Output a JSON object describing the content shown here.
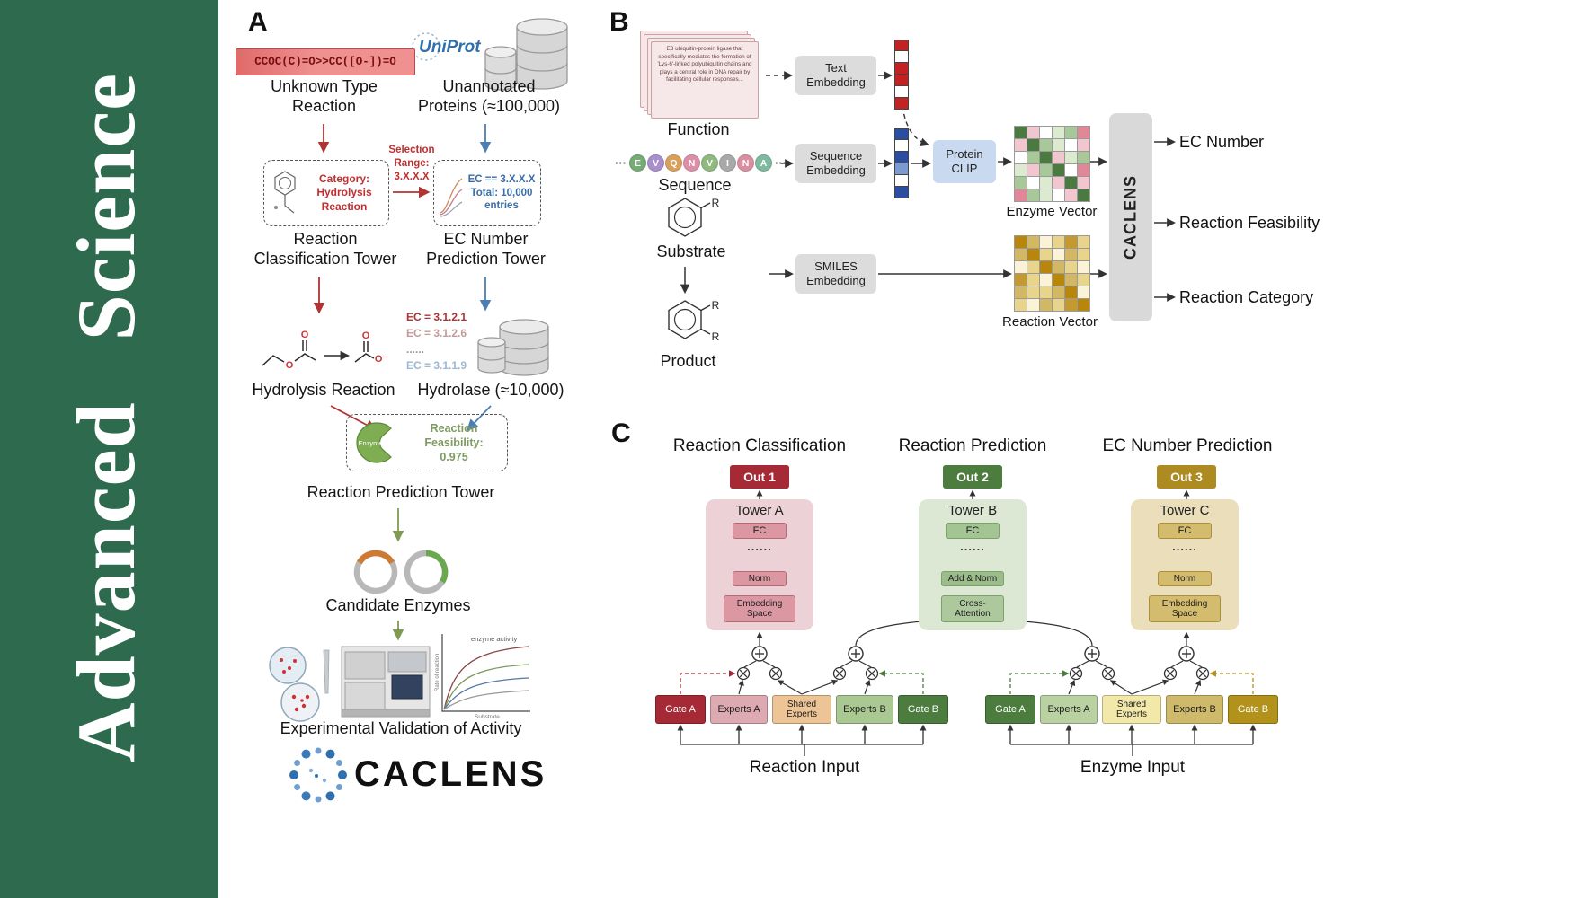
{
  "sidebar": {
    "journal": "Advanced Science",
    "bg_color": "#2e6b4e"
  },
  "colors": {
    "sidebar_green": "#2e6b4e",
    "smiles_red": "#e87b7b",
    "arrow_red": "#b03434",
    "arrow_blue": "#4a7fb5",
    "arrow_green": "#7f9a52",
    "out1_red": "#a52a35",
    "out2_green": "#4c7d3f",
    "out3_gold": "#ad8b20",
    "protein_clip_blue": "#c9d9ef",
    "embedding_gray": "#dcdcdc",
    "uniprot_blue": "#2f6fad"
  },
  "panelA": {
    "label": "A",
    "smiles_box": "CCOC(C)=O>>CC([O-])=O",
    "unknown_reaction": "Unknown Type\nReaction",
    "uniprot": "UniProt",
    "unannotated": "Unannotated\nProteins (≈100,000)",
    "category_box": "Category:\nHydrolysis\nReaction",
    "selection_range": "Selection\nRange:\n3.X.X.X",
    "ec_box": "EC == 3.X.X.X\nTotal: 10,000\nentries",
    "tower_classification": "Reaction\nClassification Tower",
    "tower_ec": "EC Number\nPrediction Tower",
    "atoms": [
      "O",
      "O",
      "O",
      "O⁻"
    ],
    "hydrolysis_reaction": "Hydrolysis Reaction",
    "ec_list": [
      "EC = 3.1.2.1",
      "EC = 3.1.2.6",
      "......",
      "EC = 3.1.1.9"
    ],
    "hydrolase": "Hydrolase (≈10,000)",
    "enzyme_blob": "Enzyme",
    "feasibility": "Reaction\nFeasibility:\n0.975",
    "tower_prediction": "Reaction Prediction Tower",
    "candidate_enzymes": "Candidate Enzymes",
    "activity_chart": {
      "legend": "enzyme activity",
      "xlabel": "Substrate",
      "ylabel": "Rate of reaction"
    },
    "validation": "Experimental Validation of Activity",
    "brand": "CACLENS"
  },
  "panelB": {
    "label": "B",
    "function_card": "E3 ubiquitin-protein ligase that specifically mediates the formation of 'Lys-6'-linked polyubiquitin chains and plays a central role in DNA repair by facilitating cellular responses...",
    "function": "Function",
    "text_embedding": "Text\nEmbedding",
    "sequence": "Sequence",
    "sequence_embedding": "Sequence\nEmbedding",
    "ellipsis": "···",
    "sequence_letters": [
      {
        "letter": "E",
        "color": "#76ab76"
      },
      {
        "letter": "V",
        "color": "#a98fcb"
      },
      {
        "letter": "Q",
        "color": "#d9a05b"
      },
      {
        "letter": "N",
        "color": "#dd8fa9"
      },
      {
        "letter": "V",
        "color": "#8fb97f"
      },
      {
        "letter": "I",
        "color": "#a9a9a9"
      },
      {
        "letter": "N",
        "color": "#d98fa0"
      },
      {
        "letter": "A",
        "color": "#7fb9a0"
      }
    ],
    "protein_clip": "Protein\nCLIP",
    "text_vector_cells": [
      "#c32222",
      "#ffffff",
      "#c32222",
      "#c32222",
      "#ffffff",
      "#c32222"
    ],
    "seq_vector_cells": [
      "#2b4fa0",
      "#ffffff",
      "#2b4fa0",
      "#7b9bd0",
      "#ffffff",
      "#2b4fa0"
    ],
    "enzyme_matrix": {
      "palette": {
        "G": "#4a7a3f",
        "g": "#a8c89a",
        "p": "#f2c6ce",
        "r": "#e08898",
        "l": "#dcead0",
        "w": "#ffffff"
      },
      "rows": [
        "Gpwlgr",
        "pGglwp",
        "wgGplg",
        "lpgGwr",
        "gwlpGp",
        "rglwpG"
      ]
    },
    "reaction_matrix": {
      "palette": {
        "Y": "#b8860b",
        "y": "#e8d48a",
        "t": "#d2b865",
        "w": "#fbf3d8",
        "o": "#c49a30"
      },
      "rows": [
        "Ytwyoy",
        "tYywty",
        "wyYtyw",
        "oywYty",
        "tyytYw",
        "ywtyoY"
      ]
    },
    "enzyme_vector": "Enzyme Vector",
    "substrate": "Substrate",
    "product": "Product",
    "r_label": "R",
    "smiles_embedding": "SMILES\nEmbedding",
    "reaction_vector": "Reaction Vector",
    "caclens": "CACLENS",
    "outputs": [
      "EC Number",
      "Reaction Feasibility",
      "Reaction Category"
    ]
  },
  "panelC": {
    "label": "C",
    "titles": [
      "Reaction Classification",
      "Reaction Prediction",
      "EC Number Prediction"
    ],
    "outs": [
      "Out 1",
      "Out 2",
      "Out 3"
    ],
    "towerA": {
      "title": "Tower A",
      "fc": "FC",
      "dots": "......",
      "norm": "Norm",
      "embed": "Embedding\nSpace"
    },
    "towerB": {
      "title": "Tower B",
      "fc": "FC",
      "dots": "......",
      "addnorm": "Add & Norm",
      "cross": "Cross-\nAttention"
    },
    "towerC": {
      "title": "Tower C",
      "fc": "FC",
      "dots": "......",
      "norm": "Norm",
      "embed": "Embedding\nSpace"
    },
    "left_group": [
      "Gate A",
      "Experts A",
      "Shared\nExperts",
      "Experts B",
      "Gate B"
    ],
    "right_group": [
      "Gate A",
      "Experts A",
      "Shared\nExperts",
      "Experts B",
      "Gate B"
    ],
    "reaction_input": "Reaction Input",
    "enzyme_input": "Enzyme Input"
  }
}
